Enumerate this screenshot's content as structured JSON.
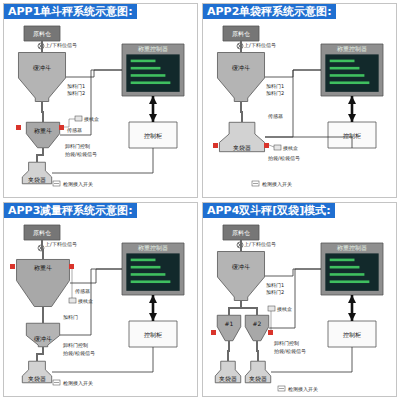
{
  "diagram": {
    "nodes": [
      {
        "text": [
          "APP1单斗秤系统示意图:"
        ]
      },
      {
        "text": [
          "原料仓"
        ],
        "in": 0
      },
      {
        "text": [
          "缓冲斗"
        ],
        "in": 0
      },
      {
        "text": [
          "称重斗"
        ],
        "in": 0
      },
      {
        "text": [
          "夹袋器"
        ],
        "in": 0
      },
      {
        "text": [
          "称重控制器"
        ],
        "in": 0
      },
      {
        "text": [
          "控制柜"
        ],
        "in": 0
      },
      {
        "text": [
          "APP2单袋秤系统示意图:"
        ]
      },
      {
        "text": [
          "原料仓"
        ],
        "in": 7
      },
      {
        "text": [
          "缓冲斗"
        ],
        "in": 7
      },
      {
        "text": [
          "夹袋器"
        ],
        "in": 7
      },
      {
        "text": [
          "称重控制器"
        ],
        "in": 7
      },
      {
        "text": [
          "控制柜"
        ],
        "in": 7
      },
      {
        "text": [
          "APP3减量秤系统示意图:"
        ]
      },
      {
        "text": [
          "原料仓"
        ],
        "in": 13
      },
      {
        "text": [
          "称重斗"
        ],
        "in": 13
      },
      {
        "text": [
          "缓冲斗"
        ],
        "in": 13
      },
      {
        "text": [
          "夹袋器"
        ],
        "in": 13
      },
      {
        "text": [
          "称重控制器"
        ],
        "in": 13
      },
      {
        "text": [
          "控制柜"
        ],
        "in": 13
      },
      {
        "text": [
          "APP4双斗秤[双袋]模式:"
        ]
      },
      {
        "text": [
          "原料仓"
        ],
        "in": 20
      },
      {
        "text": [
          "缓冲斗"
        ],
        "in": 20
      },
      {
        "text": [
          "#1"
        ],
        "in": 20
      },
      {
        "text": [
          "#2"
        ],
        "in": 20
      },
      {
        "text": [
          "夹袋器"
        ],
        "in": 20
      },
      {
        "text": [
          "夹袋器"
        ],
        "in": 20
      },
      {
        "text": [
          "称重控制器"
        ],
        "in": 20
      },
      {
        "text": [
          "控制柜"
        ],
        "in": 20
      }
    ],
    "edges": [
      {
        "from": 1,
        "to": 2,
        "arrow": "none"
      },
      {
        "from": 2,
        "to": 3,
        "arrow": "none"
      },
      {
        "from": 3,
        "to": 4,
        "arrow": "none"
      },
      {
        "from": 2,
        "to": 5,
        "arrow": "none"
      },
      {
        "from": 3,
        "to": 5,
        "arrow": "none"
      },
      {
        "from": 5,
        "to": 6,
        "arrow": "both"
      },
      {
        "from": 6,
        "to": 4,
        "arrow": "none"
      },
      {
        "from": 8,
        "to": 9,
        "arrow": "none"
      },
      {
        "from": 9,
        "to": 10,
        "arrow": "none"
      },
      {
        "from": 9,
        "to": 11,
        "arrow": "none"
      },
      {
        "from": 10,
        "to": 11,
        "arrow": "none"
      },
      {
        "from": 11,
        "to": 12,
        "arrow": "both"
      },
      {
        "from": 12,
        "to": 10,
        "arrow": "none"
      },
      {
        "from": 14,
        "to": 15,
        "arrow": "none"
      },
      {
        "from": 15,
        "to": 16,
        "arrow": "none"
      },
      {
        "from": 16,
        "to": 17,
        "arrow": "none"
      },
      {
        "from": 15,
        "to": 18,
        "arrow": "none"
      },
      {
        "from": 16,
        "to": 18,
        "arrow": "none"
      },
      {
        "from": 18,
        "to": 19,
        "arrow": "both"
      },
      {
        "from": 19,
        "to": 17,
        "arrow": "none"
      },
      {
        "from": 21,
        "to": 22,
        "arrow": "none"
      },
      {
        "from": 22,
        "to": 23,
        "arrow": "none"
      },
      {
        "from": 22,
        "to": 24,
        "arrow": "none"
      },
      {
        "from": 23,
        "to": 25,
        "arrow": "none"
      },
      {
        "from": 24,
        "to": 26,
        "arrow": "none"
      },
      {
        "from": 22,
        "to": 27,
        "arrow": "none"
      },
      {
        "from": 24,
        "to": 27,
        "arrow": "none"
      },
      {
        "from": 27,
        "to": 28,
        "arrow": "both"
      },
      {
        "from": 28,
        "to": 26,
        "arrow": "none"
      }
    ],
    "labels": [
      "上/下料位信号",
      "加料门1",
      "加料门2",
      "传感器",
      "接线盒",
      "卸料门控制",
      "拍袋/松袋信号",
      "检测接入开关",
      "上/下料位信号",
      "加料门1",
      "加料门2",
      "传感器",
      "接线盒",
      "拍袋/松袋信号",
      "检测接入开关",
      "上/下料位信号",
      "传感器",
      "接线盒",
      "加料门",
      "卸料门控制",
      "拍袋/松袋信号",
      "检测接入开关",
      "上/下料位信号",
      "加料门1",
      "加料门2",
      "接线盒",
      "卸料门控制",
      "拍袋/松袋信号",
      "检测接入开关"
    ]
  }
}
